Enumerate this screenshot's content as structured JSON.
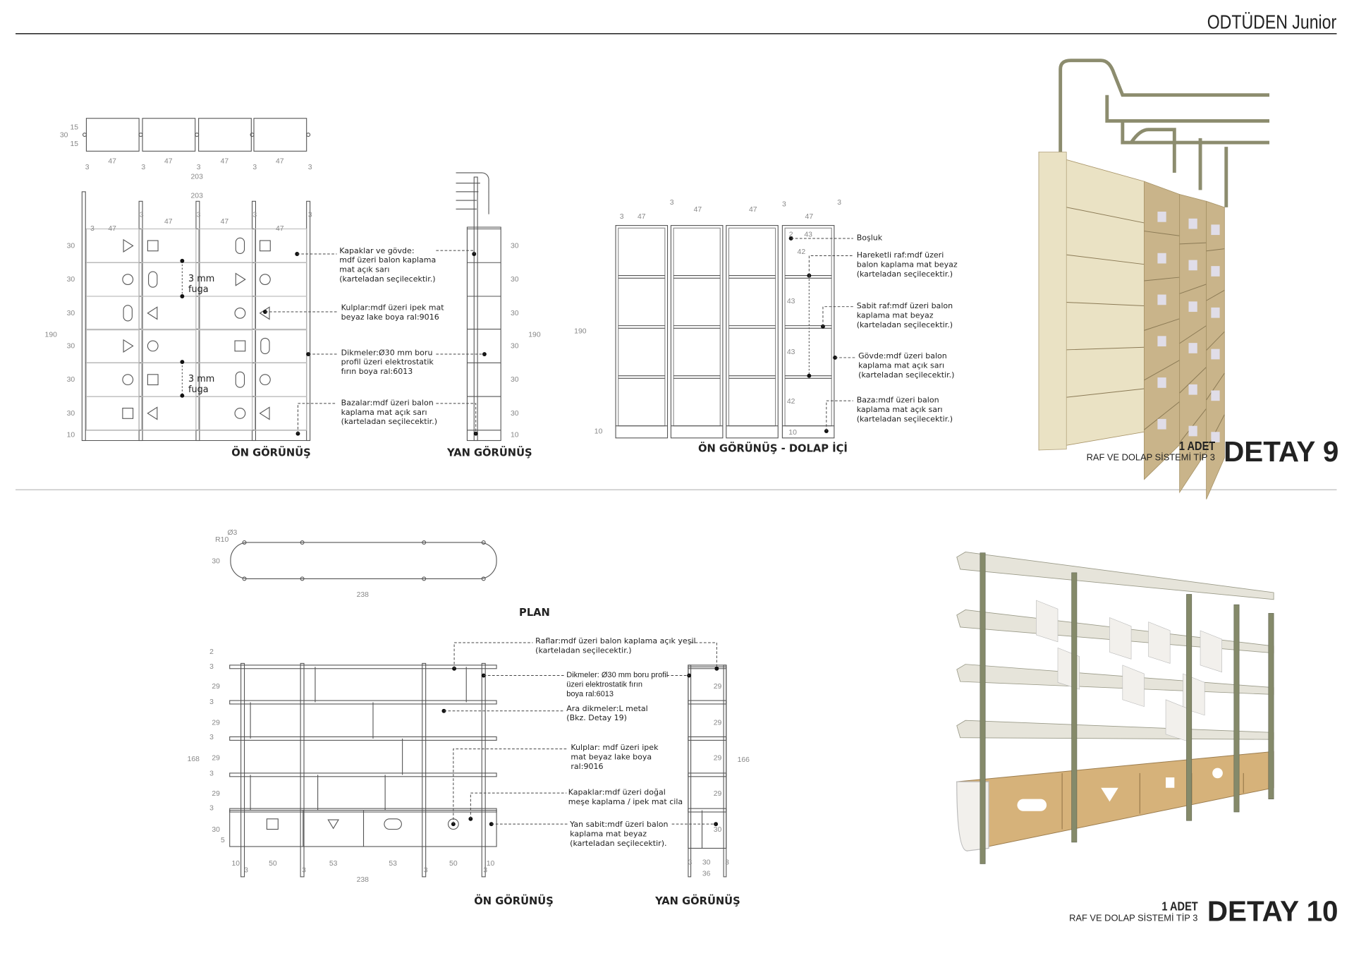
{
  "header": {
    "title": "ODTÜDEN Junior"
  },
  "detay9": {
    "views": {
      "front": "ÖN GÖRÜNÜŞ",
      "side": "YAN GÖRÜNÜŞ",
      "interior": "ÖN GÖRÜNÜŞ - DOLAP İÇİ"
    },
    "fuga": [
      "3 mm\nfuga",
      "3 mm\nfuga"
    ],
    "notes": {
      "kapaklar": "Kapaklar ve gövde:\nmdf üzeri balon kaplama\nmat açık sarı\n(karteladan seçilecektir.)",
      "kulplar": "Kulplar:mdf üzeri ipek mat\nbeyaz lake boya ral:9016",
      "dikmeler": "Dikmeler:Ø30 mm boru\nprofil üzeri elektrostatik\nfırın boya ral:6013",
      "bazalar": "Bazalar:mdf üzeri balon\nkaplama mat açık sarı\n(karteladan seçilecektir.)",
      "bosluk": "Boşluk",
      "hareketli": "Hareketli raf:mdf üzeri\nbalon kaplama mat beyaz\n(karteladan seçilecektir.)",
      "sabit": "Sabit raf:mdf üzeri balon\nkaplama mat beyaz\n(karteladan seçilecektir.)",
      "govde": "Gövde:mdf üzeri balon\nkaplama mat açık sarı\n(karteladan seçilecektir.)",
      "baza": "Baza:mdf üzeri balon\nkaplama mat açık sarı\n(karteladan seçilecektir.)"
    },
    "dims": [
      "15",
      "15",
      "30",
      "47",
      "47",
      "47",
      "47",
      "3",
      "3",
      "3",
      "3",
      "3",
      "203",
      "203",
      "3",
      "47",
      "47",
      "47",
      "47",
      "3",
      "3",
      "3",
      "3",
      "30",
      "30",
      "30",
      "30",
      "30",
      "30",
      "10",
      "190",
      "30",
      "30",
      "30",
      "30",
      "30",
      "30",
      "10",
      "190",
      "190",
      "10",
      "3",
      "47",
      "47",
      "47",
      "47",
      "3",
      "3",
      "3",
      "2",
      "43",
      "42",
      "43",
      "43",
      "42",
      "10"
    ],
    "block": {
      "adet": "1 ADET",
      "subtitle": "RAF VE DOLAP SİSTEMİ TİP 3",
      "detay": "DETAY 9"
    },
    "colors": {
      "body": "#eae2c4",
      "door": "#c9b48a",
      "pipe": "#8c8c6e"
    }
  },
  "detay10": {
    "views": {
      "plan": "PLAN",
      "front": "ÖN GÖRÜNÜŞ",
      "side": "YAN GÖRÜNÜŞ"
    },
    "notes": {
      "raflar": "Raflar:mdf üzeri balon kaplama açık yeşil\n(karteladan seçilecektir.)",
      "dikmeler": "Dikmeler: Ø30 mm boru profil\nüzeri elektrostatik fırın\nboya ral:6013",
      "ara": "Ara dikmeler:L metal\n(Bkz. Detay 19)",
      "kulplar": "Kulplar: mdf üzeri ipek\nmat beyaz lake boya\nral:9016",
      "kapaklar": "Kapaklar:mdf üzeri doğal\nmeşe kaplama / ipek mat cila",
      "yan": "Yan sabit:mdf üzeri balon\nkaplama mat beyaz\n(karteladan seçilecektir)."
    },
    "dims": [
      "Ø3",
      "R10",
      "30",
      "238",
      "2",
      "3",
      "29",
      "3",
      "29",
      "3",
      "29",
      "3",
      "29",
      "3",
      "30",
      "5",
      "168",
      "10",
      "50",
      "53",
      "53",
      "50",
      "10",
      "3",
      "3",
      "3",
      "3",
      "238",
      "29",
      "29",
      "29",
      "29",
      "30",
      "166",
      "3",
      "30",
      "3",
      "36"
    ],
    "block": {
      "adet": "1 ADET",
      "subtitle": "RAF VE DOLAP SİSTEMİ TİP 3",
      "detay": "DETAY 10"
    },
    "colors": {
      "shelf": "#e6e4da",
      "oak": "#d6b27a",
      "pipe": "#858a6a",
      "white": "#f2f0ec"
    }
  }
}
